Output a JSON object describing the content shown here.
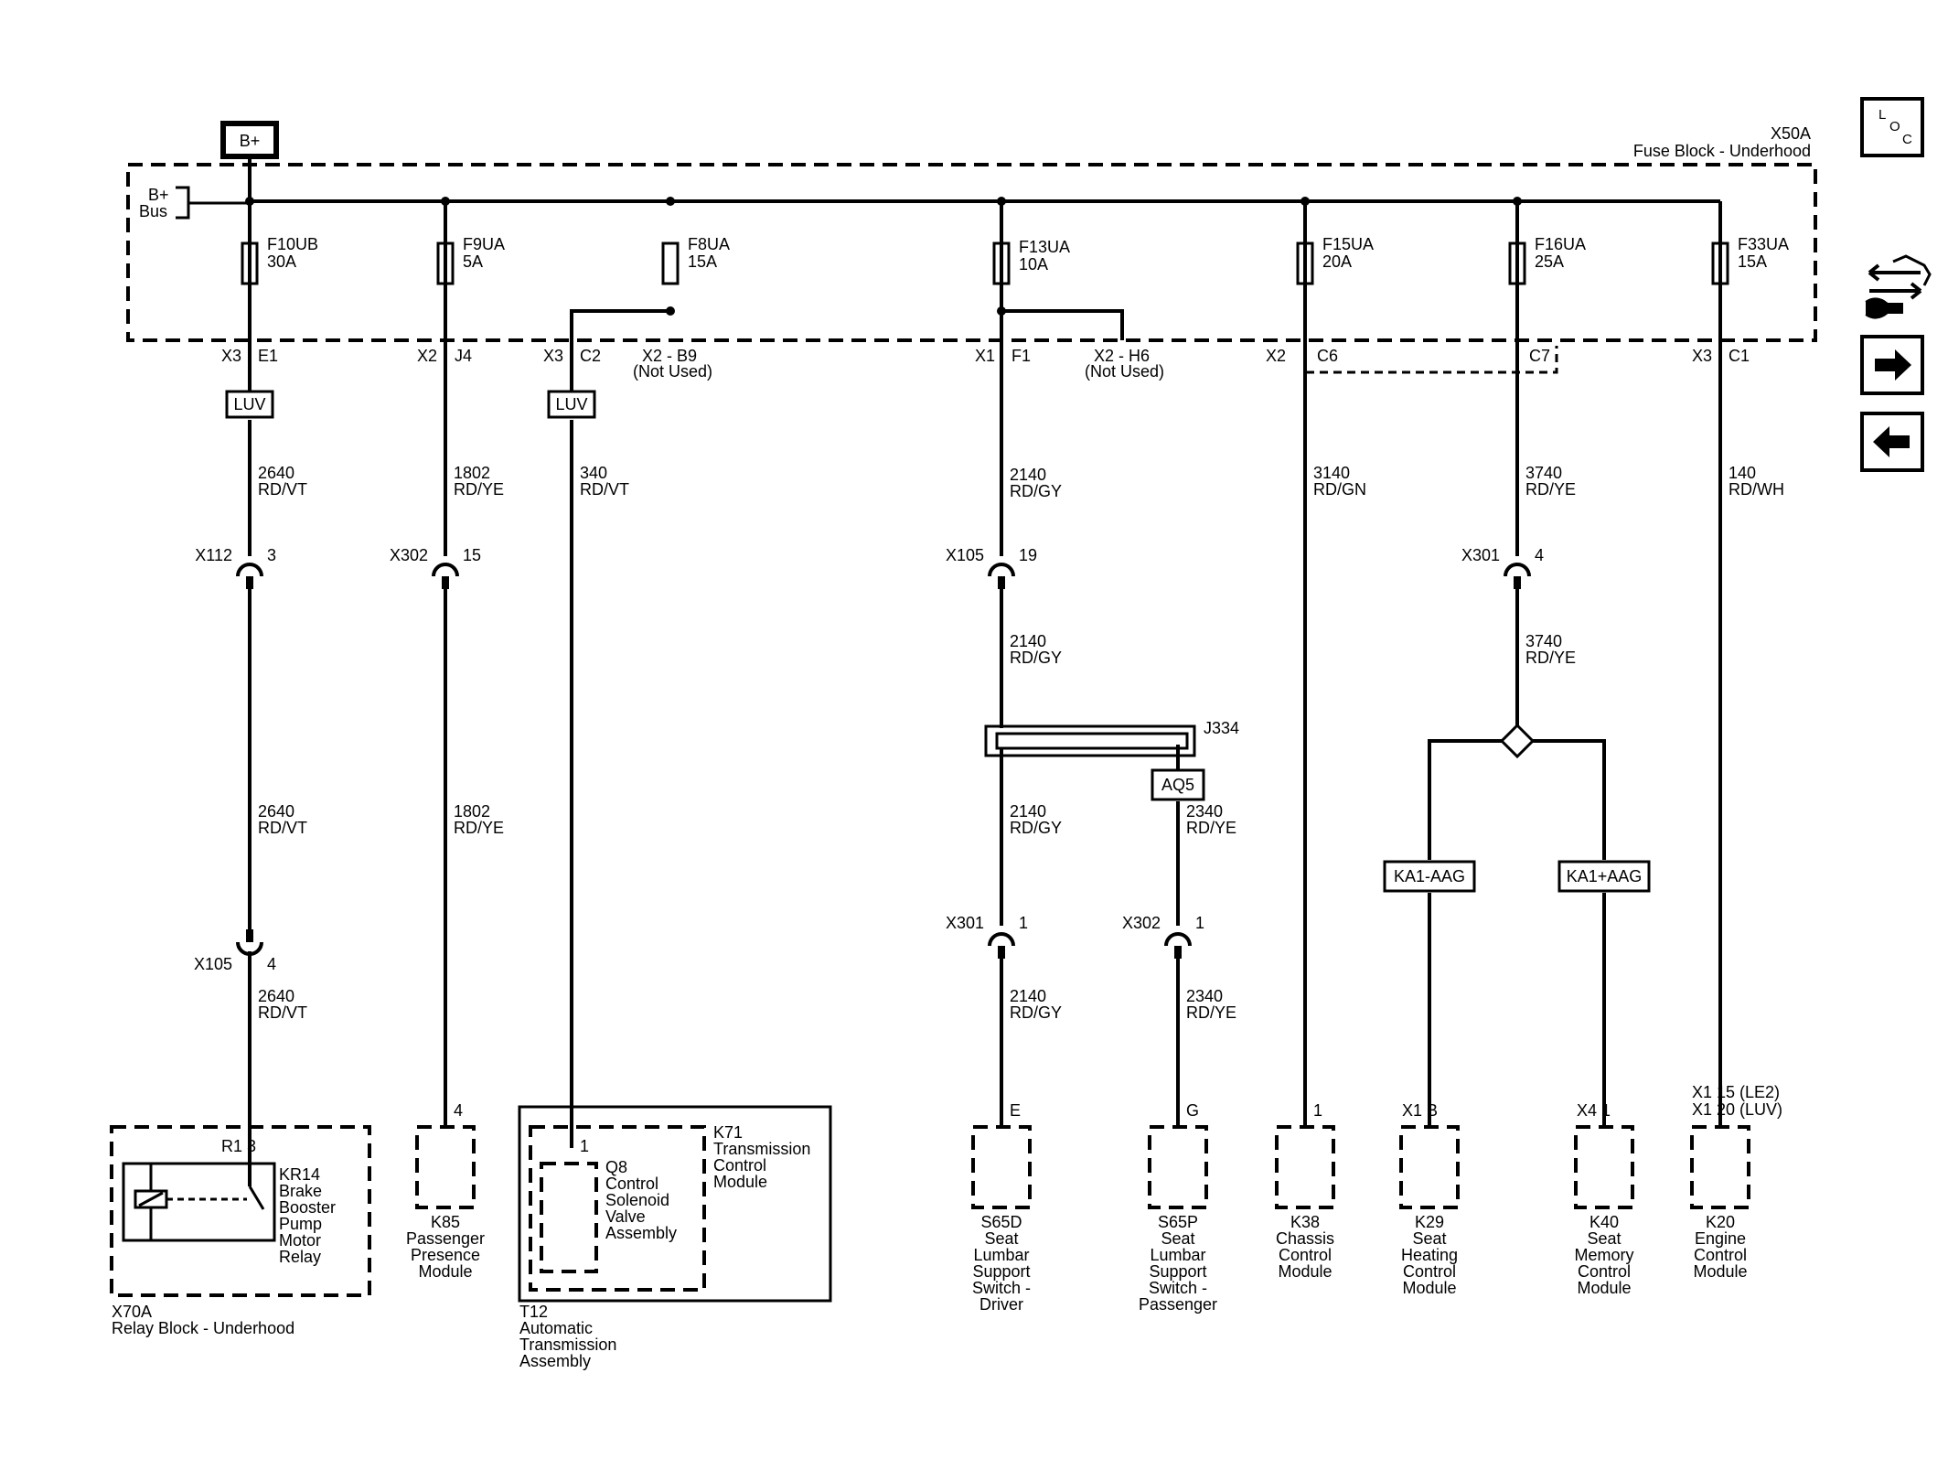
{
  "bplus_label": "B+",
  "fuse_block": {
    "id": "X50A",
    "name": "Fuse Block - Underhood",
    "bus": [
      "B+",
      "Bus"
    ]
  },
  "fuses": [
    {
      "id": "F10UB",
      "rating": "30A"
    },
    {
      "id": "F9UA",
      "rating": "5A"
    },
    {
      "id": "F8UA",
      "rating": "15A"
    },
    {
      "id": "F13UA",
      "rating": "10A"
    },
    {
      "id": "F15UA",
      "rating": "20A"
    },
    {
      "id": "F16UA",
      "rating": "25A"
    },
    {
      "id": "F33UA",
      "rating": "15A"
    }
  ],
  "fuse_outputs": [
    {
      "conn": "X3",
      "pin": "E1"
    },
    {
      "conn": "X2",
      "pin": "J4"
    },
    {
      "conn": "X3",
      "pin": "C2"
    },
    {
      "conn": "X2 - B9",
      "note": "(Not Used)"
    },
    {
      "conn": "X1",
      "pin": "F1"
    },
    {
      "conn": "X2 - H6",
      "note": "(Not Used)"
    },
    {
      "conn": "X2",
      "pin": "C6"
    },
    {
      "conn": "C7"
    },
    {
      "conn": "X3",
      "pin": "C1"
    }
  ],
  "options": [
    "LUV",
    "LUV",
    "AQ5",
    "KA1-AAG",
    "KA1+AAG"
  ],
  "wires": [
    [
      "2640",
      "RD/VT"
    ],
    [
      "1802",
      "RD/YE"
    ],
    [
      "340",
      "RD/VT"
    ],
    [
      "2140",
      "RD/GY"
    ],
    [
      "3140",
      "RD/GN"
    ],
    [
      "3740",
      "RD/YE"
    ],
    [
      "140",
      "RD/WH"
    ],
    [
      "2140",
      "RD/GY"
    ],
    [
      "3740",
      "RD/YE"
    ],
    [
      "2640",
      "RD/VT"
    ],
    [
      "1802",
      "RD/YE"
    ],
    [
      "2140",
      "RD/GY"
    ],
    [
      "2340",
      "RD/YE"
    ],
    [
      "2640",
      "RD/VT"
    ],
    [
      "2140",
      "RD/GY"
    ],
    [
      "2340",
      "RD/YE"
    ]
  ],
  "inline_connectors": [
    {
      "id": "X112",
      "pin": "3"
    },
    {
      "id": "X302",
      "pin": "15"
    },
    {
      "id": "X105",
      "pin": "19"
    },
    {
      "id": "X301",
      "pin": "4"
    },
    {
      "id": "X105",
      "pin": "4"
    },
    {
      "id": "X301",
      "pin": "1"
    },
    {
      "id": "X302",
      "pin": "1"
    }
  ],
  "splice": "J334",
  "terminal_pins": [
    {
      "text": "R1  3"
    },
    {
      "text": "4"
    },
    {
      "text": "1"
    },
    {
      "text": "E"
    },
    {
      "text": "G"
    },
    {
      "text": "1"
    },
    {
      "text": "X1  B"
    },
    {
      "text": "X4  1"
    },
    {
      "text": "X1    15 (LE2)"
    },
    {
      "text": "X1    20 (LUV)"
    }
  ],
  "components": [
    {
      "lines": [
        "KR14",
        "Brake",
        "Booster",
        "Pump",
        "Motor",
        "Relay"
      ]
    },
    {
      "lines": [
        "X70A",
        "Relay Block - Underhood"
      ]
    },
    {
      "lines": [
        "K85",
        "Passenger",
        "Presence",
        "Module"
      ]
    },
    {
      "lines": [
        "Q8",
        "Control",
        "Solenoid",
        "Valve",
        "Assembly"
      ]
    },
    {
      "lines": [
        "K71",
        "Transmission",
        "Control",
        "Module"
      ]
    },
    {
      "lines": [
        "T12",
        "Automatic",
        "Transmission",
        "Assembly"
      ]
    },
    {
      "lines": [
        "S65D",
        "Seat",
        "Lumbar",
        "Support",
        "Switch -",
        "Driver"
      ]
    },
    {
      "lines": [
        "S65P",
        "Seat",
        "Lumbar",
        "Support",
        "Switch -",
        "Passenger"
      ]
    },
    {
      "lines": [
        "K38",
        "Chassis",
        "Control",
        "Module"
      ]
    },
    {
      "lines": [
        "K29",
        "Seat",
        "Heating",
        "Control",
        "Module"
      ]
    },
    {
      "lines": [
        "K40",
        "Seat",
        "Memory",
        "Control",
        "Module"
      ]
    },
    {
      "lines": [
        "K20",
        "Engine",
        "Control",
        "Module"
      ]
    }
  ],
  "nav": {
    "loc": [
      "L",
      "O",
      "C"
    ],
    "icons": [
      "connector-swap-icon",
      "arrow-right-icon",
      "arrow-left-icon"
    ]
  }
}
